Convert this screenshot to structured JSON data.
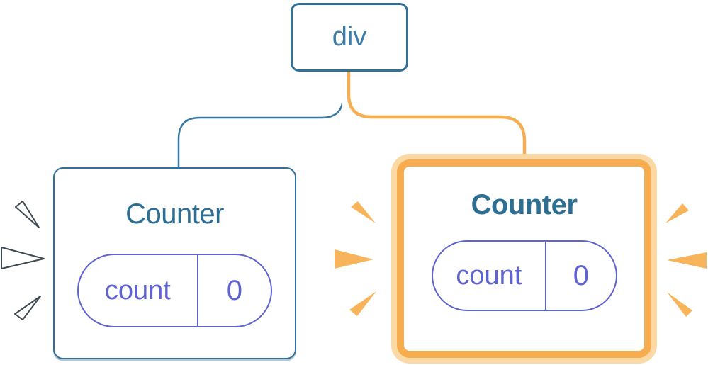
{
  "diagram": {
    "root": {
      "label": "div"
    },
    "children": [
      {
        "title": "Counter",
        "state_key": "count",
        "state_value": "0",
        "highlighted": false
      },
      {
        "title": "Counter",
        "state_key": "count",
        "state_value": "0",
        "highlighted": true
      }
    ]
  },
  "colors": {
    "blue_border": "#30719C",
    "blue_text": "#2D6E93",
    "div_text": "#3C7DA6",
    "blue_line": "#3A78A4",
    "purple": "#5E63D1",
    "orange_border": "#F6AC4F",
    "peach": "#FBD9A4",
    "orange_line": "#F5AE51",
    "burst_orange": "#F8B45A",
    "burst_outline": "#3D4A52",
    "card_bg": "#FFFFFF"
  }
}
